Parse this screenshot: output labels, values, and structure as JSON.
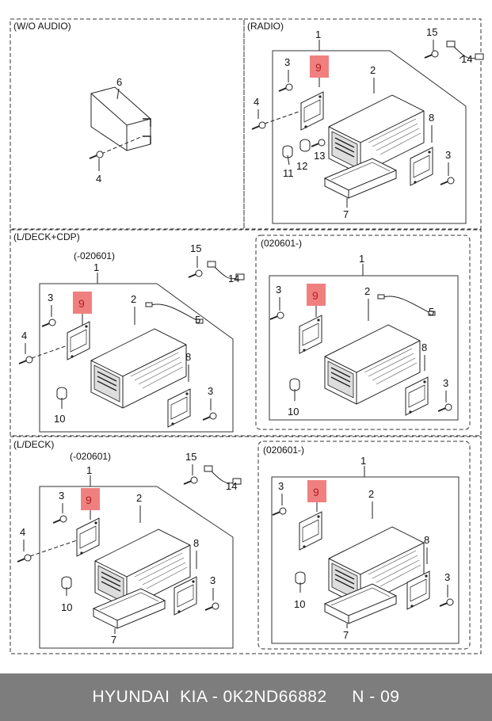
{
  "sections": {
    "wo_audio": {
      "title": "(W/O AUDIO)",
      "callouts": {
        "p6": "6",
        "p4": "4"
      }
    },
    "radio": {
      "title": "(RADIO)",
      "callouts": {
        "p1": "1",
        "p15": "15",
        "p14": "14",
        "p3": "3",
        "p9": "9",
        "p2": "2",
        "p4": "4",
        "p8": "8",
        "p3b": "3",
        "p11": "11",
        "p12": "12",
        "p13": "13",
        "p7": "7"
      }
    },
    "ldeck_cdp_a": {
      "title": "(L/DECK+CDP)",
      "subtitle": "(-020601)",
      "callouts": {
        "p1": "1",
        "p15": "15",
        "p14": "14",
        "p3": "3",
        "p9": "9",
        "p2": "2",
        "p5": "5",
        "p4": "4",
        "p8": "8",
        "p3b": "3",
        "p10": "10"
      }
    },
    "ldeck_cdp_b": {
      "title": "(020601-)",
      "callouts": {
        "p1": "1",
        "p3": "3",
        "p9": "9",
        "p2": "2",
        "p5": "5",
        "p8": "8",
        "p3b": "3",
        "p10": "10"
      }
    },
    "ldeck_a": {
      "title": "(L/DECK)",
      "subtitle": "(-020601)",
      "callouts": {
        "p1": "1",
        "p15": "15",
        "p14": "14",
        "p3": "3",
        "p9": "9",
        "p2": "2",
        "p4": "4",
        "p8": "8",
        "p3b": "3",
        "p10": "10",
        "p7": "7"
      }
    },
    "ldeck_b": {
      "title": "(020601-)",
      "callouts": {
        "p1": "1",
        "p3": "3",
        "p9": "9",
        "p2": "2",
        "p8": "8",
        "p3b": "3",
        "p10": "10",
        "p7": "7"
      }
    }
  },
  "highlight_color": "#f08080",
  "footer": {
    "text": "HYUNDAI  KIA - 0K2ND66882     N - 09"
  }
}
